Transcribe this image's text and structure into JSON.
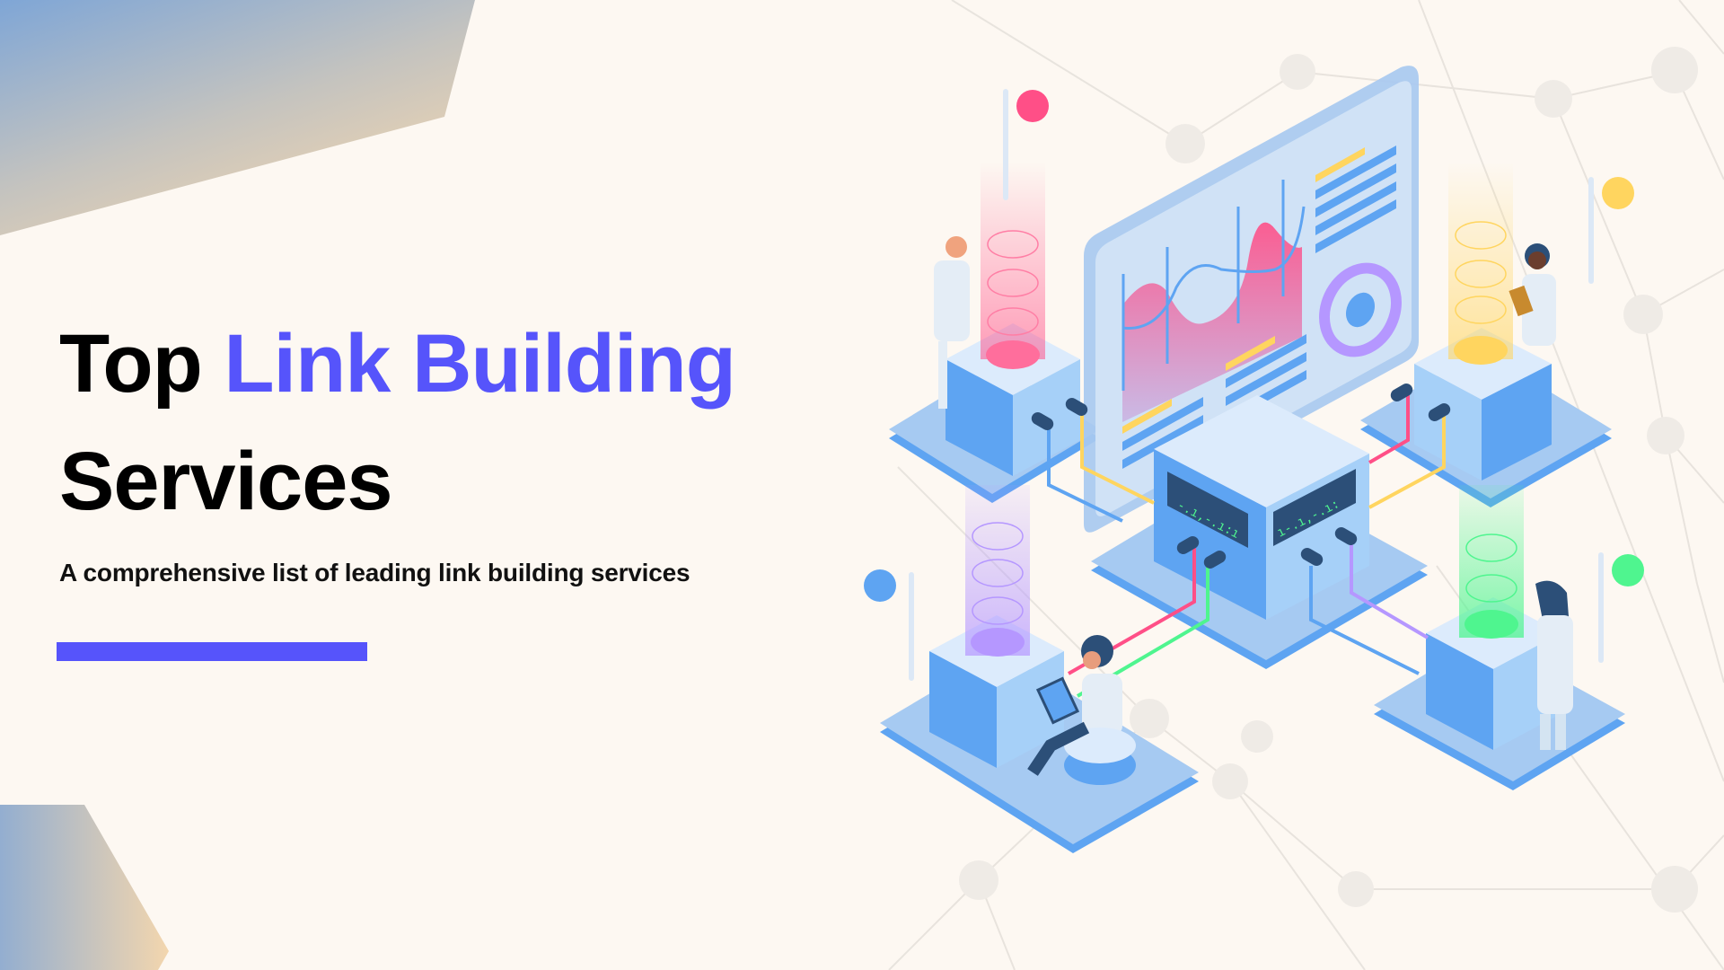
{
  "hero": {
    "title_prefix": "Top",
    "title_accent": "Link Building",
    "title_line2": "Services",
    "subtitle": "A comprehensive list of leading link building services"
  },
  "colors": {
    "background": "#FDF8F2",
    "accent": "#5654FB",
    "title": "#000000",
    "corner_gradient_start": "#7FA6D6",
    "corner_gradient_end": "#F2D6B0",
    "illustration_blue": "#5EA4F2",
    "dot_pink": "#FF4F87",
    "dot_yellow": "#FFD55F",
    "dot_blue": "#5EA4F2",
    "dot_green": "#4FF58F"
  },
  "illustration": {
    "icons": [
      "dashboard-monitor-icon",
      "server-icon",
      "data-cylinder-icon",
      "scientist-figure-icon",
      "network-background-icon"
    ],
    "status_dots": [
      "pink",
      "yellow",
      "blue",
      "green"
    ]
  }
}
